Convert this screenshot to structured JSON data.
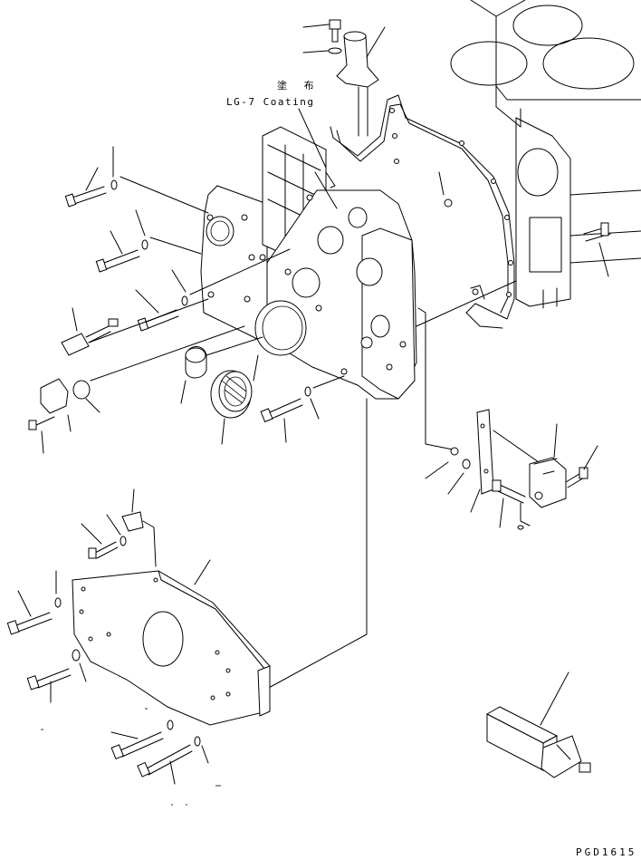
{
  "notes": {
    "coating_jp": "塗 布",
    "coating_en": "LG-7 Coating"
  },
  "drawing_number": "PGD1615",
  "colors": {
    "ink": "#000000",
    "paper": "#ffffff"
  }
}
